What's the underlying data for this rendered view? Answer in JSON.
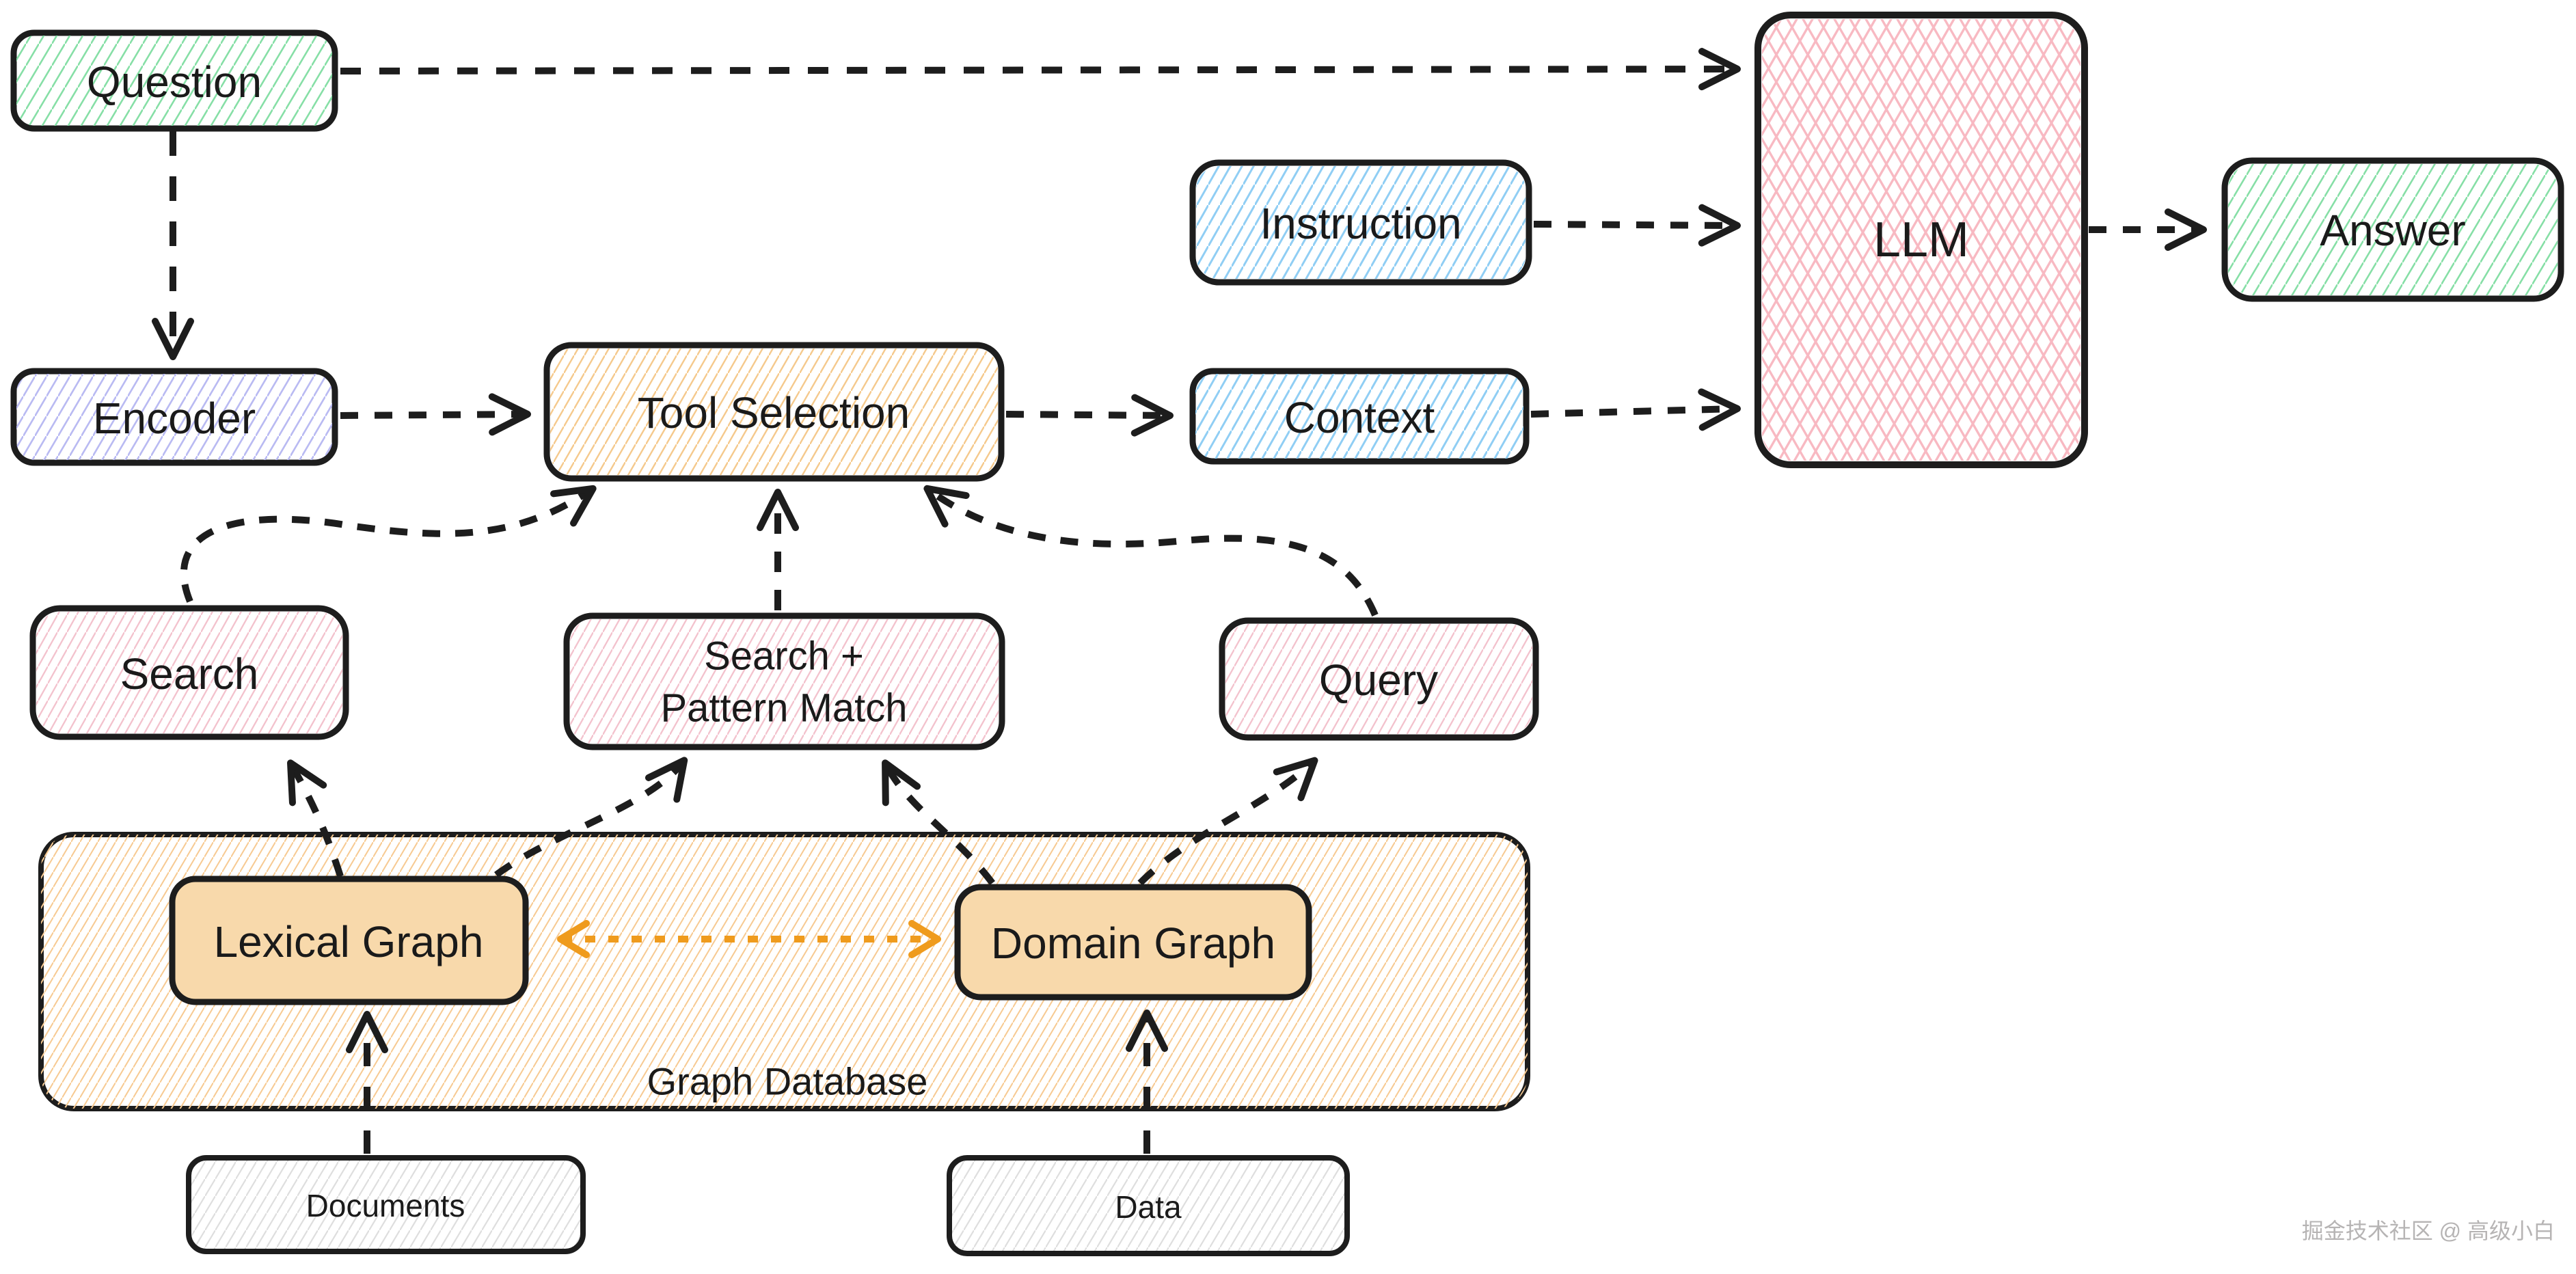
{
  "diagram": {
    "nodes": {
      "question": {
        "label": "Question"
      },
      "encoder": {
        "label": "Encoder"
      },
      "tool_selection": {
        "label": "Tool Selection"
      },
      "instruction": {
        "label": "Instruction"
      },
      "context": {
        "label": "Context"
      },
      "llm": {
        "label": "LLM"
      },
      "answer": {
        "label": "Answer"
      },
      "search": {
        "label": "Search"
      },
      "search_pattern": {
        "label_line1": "Search +",
        "label_line2": "Pattern Match"
      },
      "query": {
        "label": "Query"
      },
      "graph_database": {
        "label": "Graph Database"
      },
      "lexical_graph": {
        "label": "Lexical Graph"
      },
      "domain_graph": {
        "label": "Domain Graph"
      },
      "documents": {
        "label": "Documents"
      },
      "data": {
        "label": "Data"
      }
    },
    "edges": [
      {
        "from": "question",
        "to": "llm",
        "style": "dashed",
        "color": "#1d1d1d"
      },
      {
        "from": "question",
        "to": "encoder",
        "style": "dashed",
        "color": "#1d1d1d"
      },
      {
        "from": "encoder",
        "to": "tool_selection",
        "style": "dashed",
        "color": "#1d1d1d"
      },
      {
        "from": "tool_selection",
        "to": "context",
        "style": "dashed",
        "color": "#1d1d1d"
      },
      {
        "from": "instruction",
        "to": "llm",
        "style": "dashed",
        "color": "#1d1d1d"
      },
      {
        "from": "context",
        "to": "llm",
        "style": "dashed",
        "color": "#1d1d1d"
      },
      {
        "from": "llm",
        "to": "answer",
        "style": "dashed",
        "color": "#1d1d1d"
      },
      {
        "from": "search",
        "to": "tool_selection",
        "style": "dashed",
        "color": "#1d1d1d"
      },
      {
        "from": "search_pattern",
        "to": "tool_selection",
        "style": "dashed",
        "color": "#1d1d1d"
      },
      {
        "from": "query",
        "to": "tool_selection",
        "style": "dashed",
        "color": "#1d1d1d"
      },
      {
        "from": "lexical_graph",
        "to": "search",
        "style": "dashed",
        "color": "#1d1d1d"
      },
      {
        "from": "lexical_graph",
        "to": "search_pattern",
        "style": "dashed",
        "color": "#1d1d1d"
      },
      {
        "from": "domain_graph",
        "to": "search_pattern",
        "style": "dashed",
        "color": "#1d1d1d"
      },
      {
        "from": "domain_graph",
        "to": "query",
        "style": "dashed",
        "color": "#1d1d1d"
      },
      {
        "from": "documents",
        "to": "lexical_graph",
        "style": "dashed",
        "color": "#1d1d1d"
      },
      {
        "from": "data",
        "to": "domain_graph",
        "style": "dashed",
        "color": "#1d1d1d"
      },
      {
        "from": "lexical_graph",
        "to": "domain_graph",
        "style": "dashed-double-arrow",
        "color": "#ef9b1d"
      }
    ],
    "colors": {
      "stroke": "#1d1d1d",
      "accent_orange": "#ef9b1d",
      "hatch_green": "#86dfa6",
      "hatch_purple": "#b9baf2",
      "hatch_orange": "#f5c98c",
      "hatch_blue": "#90cef4",
      "hatch_pink_cross": "#f8b9c2",
      "hatch_pink": "#f3c2cd",
      "hatch_orange_db": "#f7ca92",
      "hatch_gray": "#dedede",
      "solid_peach": "#f8d9ab"
    },
    "watermark": "掘金技术社区 @ 高级小白"
  }
}
